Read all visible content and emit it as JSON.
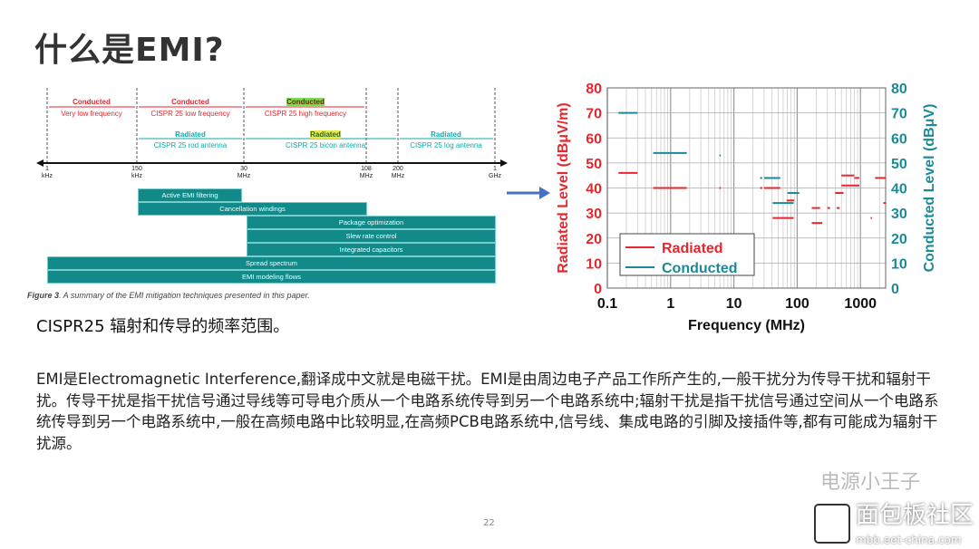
{
  "title": "什么是EMI?",
  "diagram": {
    "ticks": [
      {
        "v": "1",
        "u": "kHz"
      },
      {
        "v": "150",
        "u": "kHz"
      },
      {
        "v": "30",
        "u": "MHz"
      },
      {
        "v": "108",
        "u": "MHz"
      },
      {
        "v": "200",
        "u": "MHz"
      },
      {
        "v": "1",
        "u": "GHz"
      }
    ],
    "conducted": [
      {
        "t": "Conducted",
        "s": "Very low frequency"
      },
      {
        "t": "Conducted",
        "s": "CISPR 25 low frequency"
      },
      {
        "t": "Conducted",
        "s": "CISPR 25 high frequency"
      }
    ],
    "radiated": [
      {
        "t": "Radiated",
        "s": "CISPR 25 rod antenna"
      },
      {
        "t": "Radiated",
        "s": "CISPR 25 bicon antenna"
      },
      {
        "t": "Radiated",
        "s": "CISPR 25 log antenna"
      }
    ],
    "bars": [
      "Active EMI filtering",
      "Cancellation windings",
      "Package optimization",
      "Slew rate control",
      "Integrated capacitors",
      "Spread spectrum",
      "EMI modeling flows"
    ],
    "caption_bold": "Figure 3",
    "caption": ". A summary of the EMI mitigation techniques presented in this paper."
  },
  "subtitle": "CISPR25 辐射和传导的频率范围。",
  "paragraph": "EMI是Electromagnetic Interference,翻译成中文就是电磁干扰。EMI是由周边电子产品工作所产生的,一般干扰分为传导干扰和辐射干扰。传导干扰是指干扰信号通过导线等可导电介质从一个电路系统传导到另一个电路系统中;辐射干扰是指干扰信号通过空间从一个电路系统传导到另一个电路系统中,一般在高频电路中比较明显,在高频PCB电路系统中,信号线、集成电路的引脚及接插件等,都有可能成为辐射干扰源。",
  "page_number": "22",
  "watermark": {
    "a": "电源小王子",
    "b": "面包板社区",
    "c": "mbb.eet-china.com"
  },
  "chart_data": {
    "type": "line",
    "xlabel": "Frequency (MHz)",
    "ylabel": "Radiated Level (dBμV/m)",
    "y2label": "Conducted Level (dBμV)",
    "xscale": "log",
    "xlim": [
      0.1,
      2500
    ],
    "ylim": [
      0,
      80
    ],
    "y2lim": [
      0,
      80
    ],
    "xticks": [
      "0.1",
      "1",
      "10",
      "100",
      "1000"
    ],
    "yticks": [
      "0",
      "10",
      "20",
      "30",
      "40",
      "50",
      "60",
      "70",
      "80"
    ],
    "legend": [
      "Radiated",
      "Conducted"
    ],
    "legend_position": "bottom-left",
    "colors": {
      "Radiated": "#e8262d",
      "Conducted": "#1a8a96"
    },
    "series": [
      {
        "name": "Radiated",
        "segments": [
          [
            0.15,
            0.3,
            46
          ],
          [
            0.53,
            1.8,
            40
          ],
          [
            5.9,
            6.2,
            40
          ],
          [
            26,
            28,
            40
          ],
          [
            30,
            54,
            40
          ],
          [
            41,
            88,
            28
          ],
          [
            68,
            90,
            35
          ],
          [
            170,
            230,
            32
          ],
          [
            170,
            250,
            26
          ],
          [
            300,
            330,
            32
          ],
          [
            420,
            470,
            32
          ],
          [
            400,
            540,
            38
          ],
          [
            500,
            800,
            45
          ],
          [
            500,
            960,
            41
          ],
          [
            800,
            960,
            44
          ],
          [
            1450,
            1520,
            28
          ],
          [
            1700,
            2500,
            44
          ],
          [
            2300,
            2500,
            34
          ]
        ]
      },
      {
        "name": "Conducted",
        "segments": [
          [
            0.15,
            0.3,
            70
          ],
          [
            0.53,
            1.8,
            54
          ],
          [
            5.9,
            6.2,
            53
          ],
          [
            26,
            28,
            44
          ],
          [
            30,
            54,
            44
          ],
          [
            41,
            88,
            34
          ],
          [
            70,
            108,
            38
          ]
        ]
      }
    ]
  }
}
